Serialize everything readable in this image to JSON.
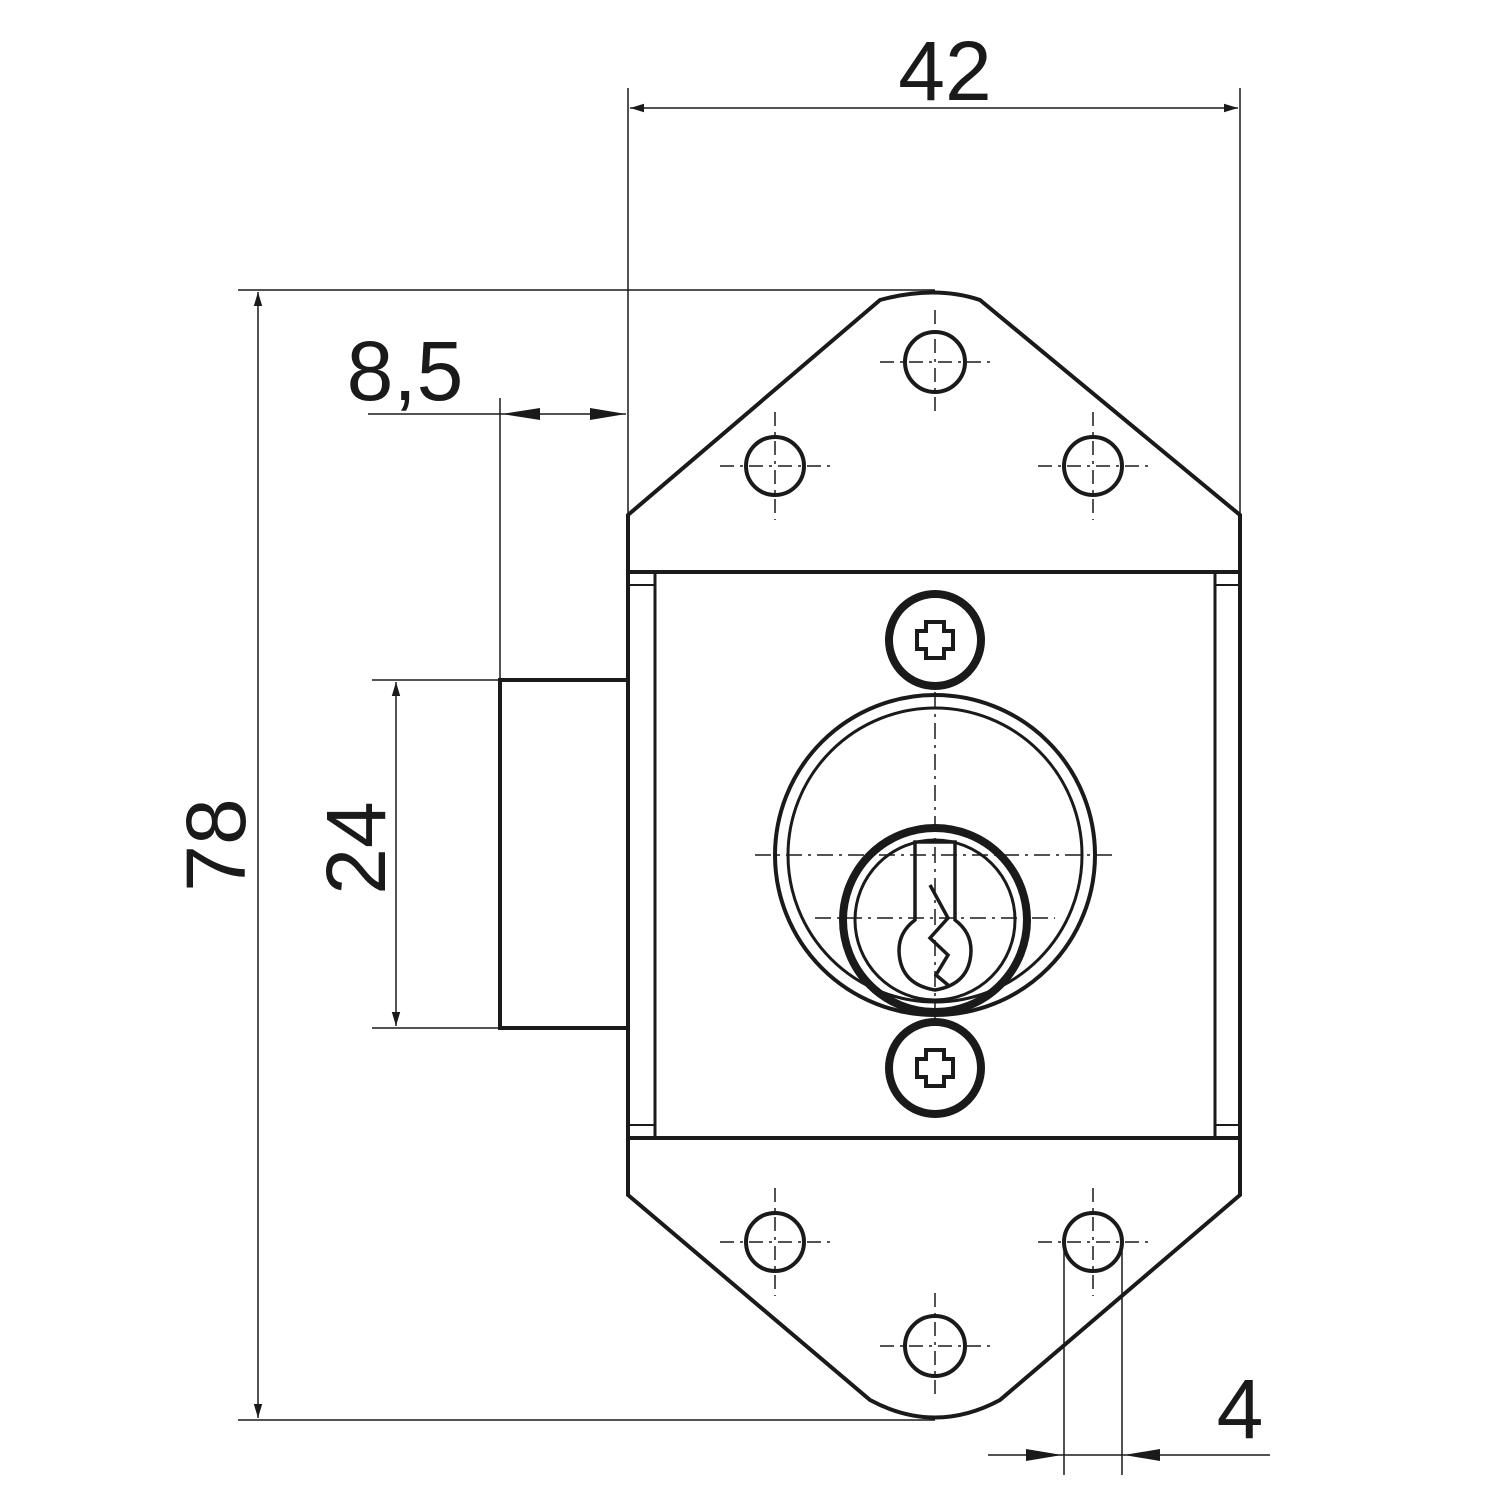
{
  "dimensions": {
    "width": "42",
    "height": "78",
    "bolt_offset": "8,5",
    "bolt_height": "24",
    "hole_diameter": "4"
  },
  "colors": {
    "line": "#1a1a1a",
    "background": "#ffffff"
  }
}
